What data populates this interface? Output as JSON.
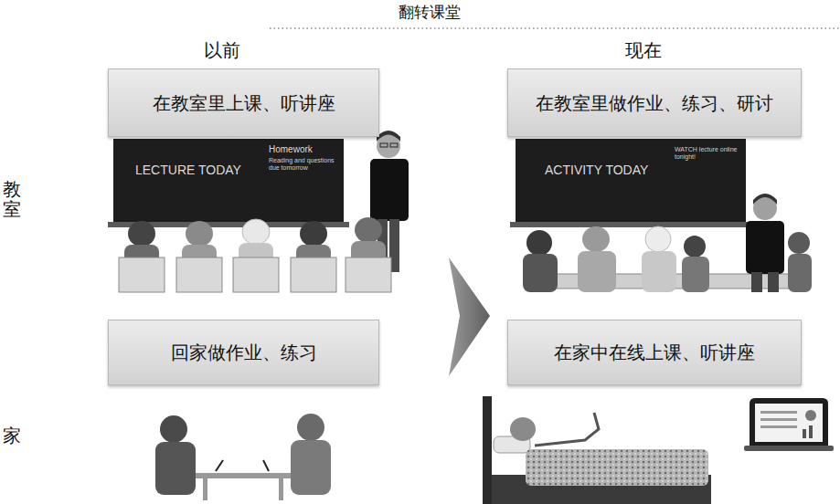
{
  "diagram": {
    "title": "翻转课堂",
    "nodes": [
      {
        "text": [
          "在教室里上课、听讲座"
        ]
      },
      {
        "text": [
          "在教室里做作业、练习、研讨"
        ]
      },
      {
        "text": [
          "回家做作业、练习"
        ]
      },
      {
        "text": [
          "在家中在线上课、听讲座"
        ]
      }
    ],
    "labels": [
      "以前",
      "现在",
      "教室",
      "家",
      "LECTURE TODAY",
      "Homework",
      "Reading and questions due tomorrow",
      "ACTIVITY TODAY",
      "WATCH lecture online tonight!"
    ]
  }
}
